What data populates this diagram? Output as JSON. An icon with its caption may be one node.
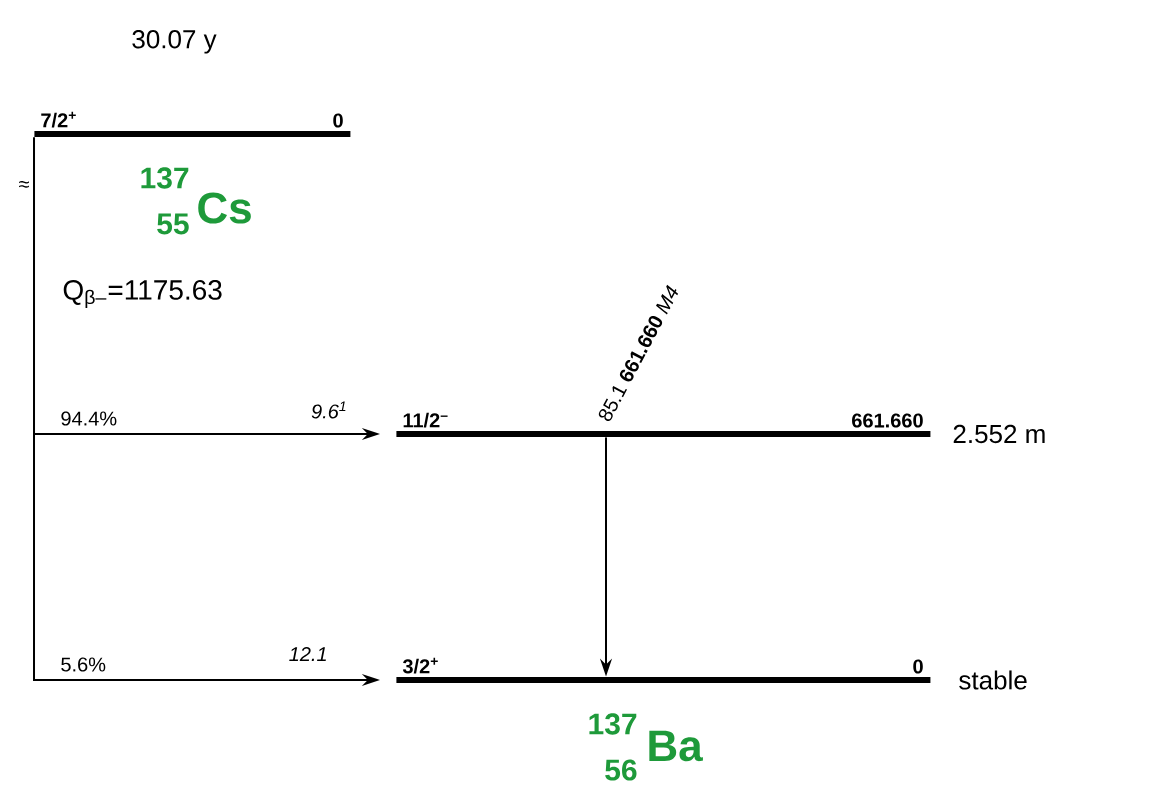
{
  "diagram": {
    "nodes": [
      {
        "text": [
          "7/2$^{+}$",
          "0"
        ],
        "beside": [
          "30.07 y"
        ]
      },
      {
        "text": [
          "11/2$^{–}$",
          "661.660"
        ],
        "beside": [
          "2.552 m"
        ]
      },
      {
        "text": [
          "3/2$^{+}$",
          "0"
        ],
        "beside": [
          "stable"
        ]
      }
    ],
    "edges": [
      {
        "from": 0,
        "to": 1,
        "arrow": "to",
        "label": "94.4%"
      },
      {
        "from": 0,
        "to": 2,
        "arrow": "to",
        "label": "5.6%"
      },
      {
        "from": 1,
        "to": 2,
        "arrow": "to",
        "label": "85.1 **661.660** *M4*"
      }
    ],
    "labels": [
      "≈",
      "137",
      "55",
      "Cs",
      "Q$_{β–}$=1175.63",
      "9.6$^{1}$",
      "12.1",
      "137",
      "56",
      "Ba"
    ]
  }
}
